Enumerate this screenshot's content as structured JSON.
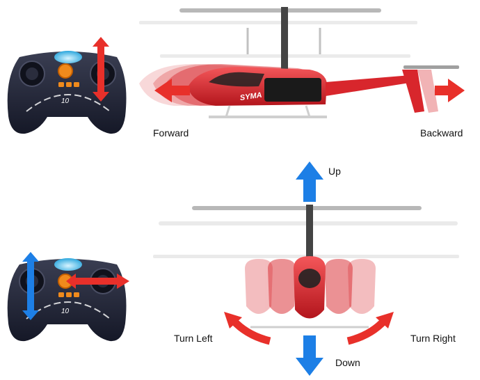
{
  "top_panel": {
    "label_forward": "Forward",
    "label_backward": "Backward",
    "brand_text": "SYMA",
    "controller_model": "10"
  },
  "bottom_panel": {
    "label_up": "Up",
    "label_down": "Down",
    "label_turn_left": "Turn Left",
    "label_turn_right": "Turn Right",
    "controller_model": "10"
  },
  "colors": {
    "arrow_red": "#e8302a",
    "arrow_blue": "#1d7fe6",
    "controller_body": "#1c1f2e",
    "heli_red": "#d8262c",
    "button_orange": "#f08a1c"
  }
}
